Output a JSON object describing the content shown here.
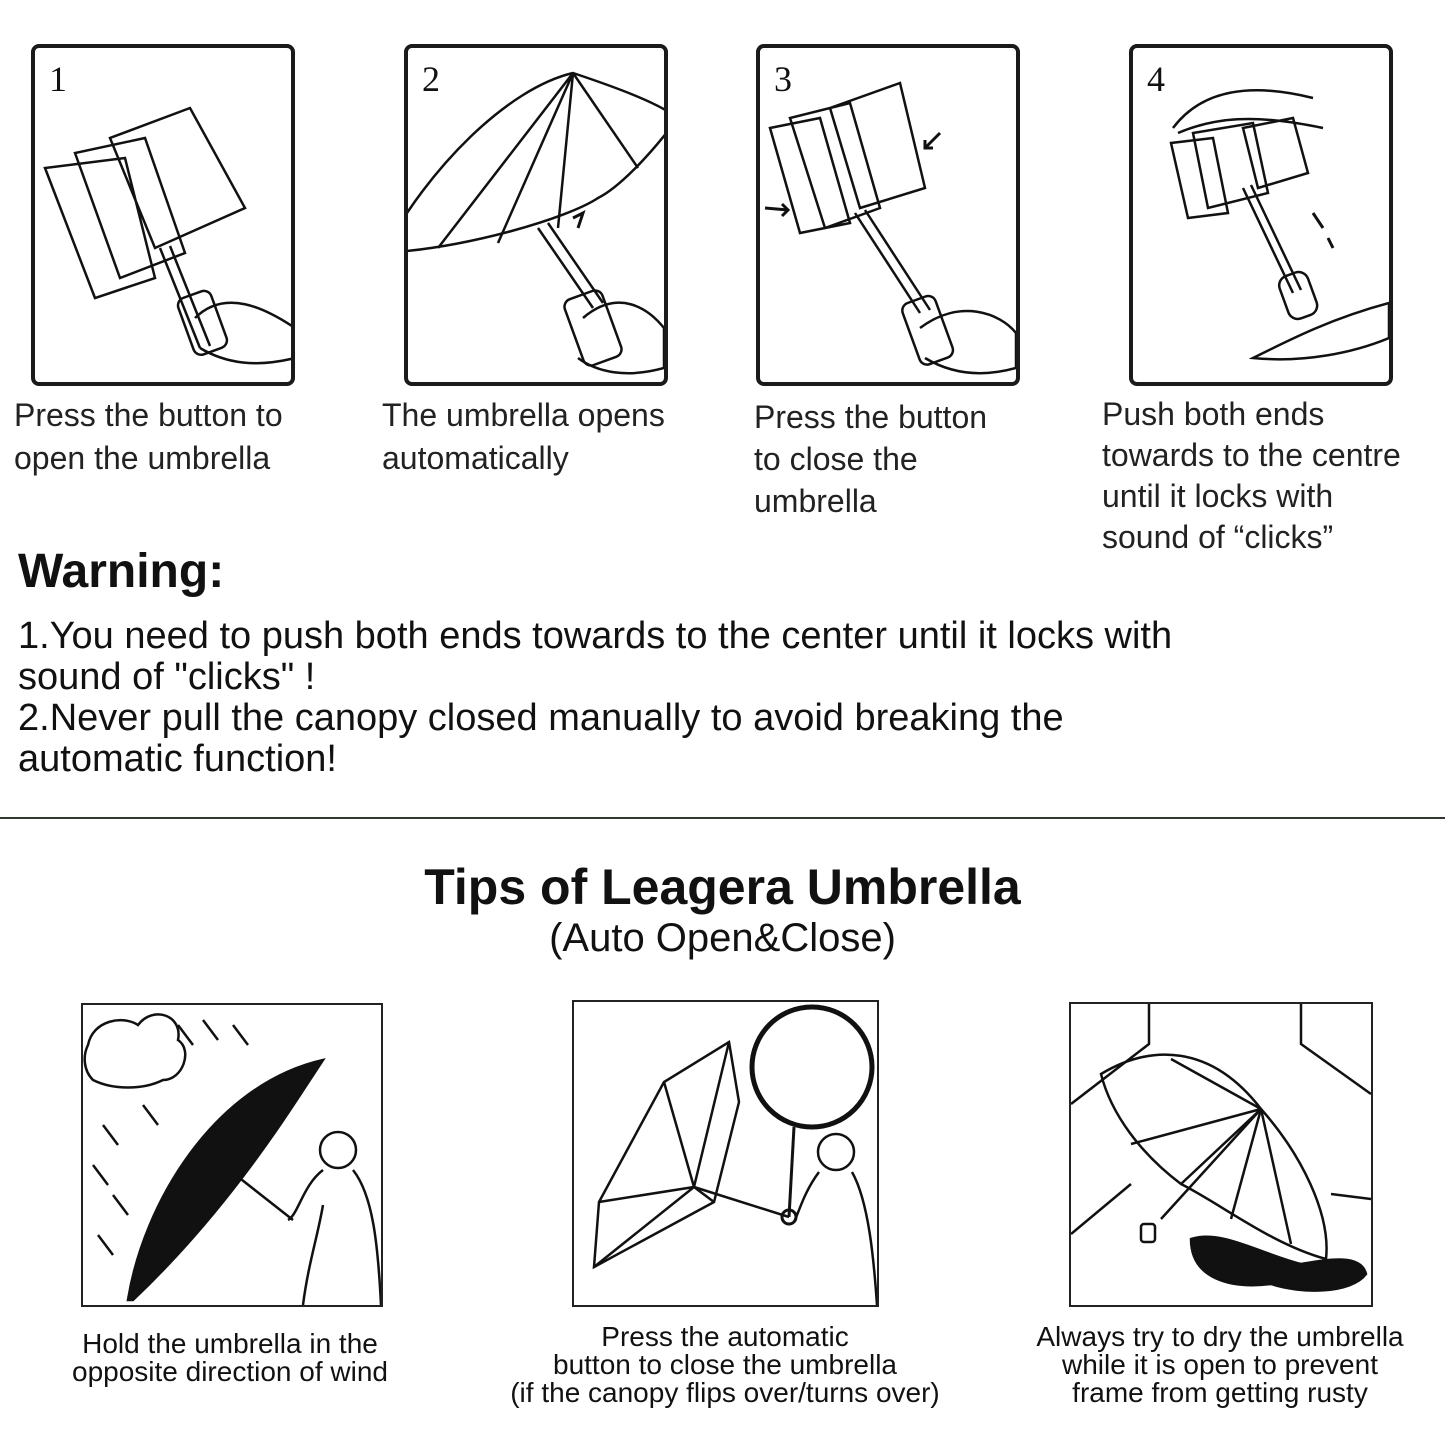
{
  "steps": [
    {
      "number": "1",
      "caption": "Press the button to\nopen the umbrella"
    },
    {
      "number": "2",
      "caption": "The umbrella opens\nautomatically"
    },
    {
      "number": "3",
      "caption": "Press the button\nto close the\numbrella"
    },
    {
      "number": "4",
      "caption": "Push both ends\ntowards to the centre\nuntil it locks with\nsound of “clicks”"
    }
  ],
  "warning": {
    "title": "Warning:",
    "lines": [
      "1.You need to push both ends towards to the center until it locks with",
      "sound of \"clicks\" !",
      "2.Never pull the canopy closed manually to avoid breaking the",
      "automatic function!"
    ]
  },
  "tips": {
    "title": "Tips of Leagera Umbrella",
    "subtitle": "(Auto Open&Close)",
    "items": [
      {
        "caption": "Hold the umbrella in the\nopposite direction of wind"
      },
      {
        "caption": "Press the automatic\nbutton to close the umbrella\n(if the canopy flips over/turns over)"
      },
      {
        "caption": "Always try to dry the umbrella\nwhile it is open to prevent\nframe from getting rusty"
      }
    ]
  }
}
